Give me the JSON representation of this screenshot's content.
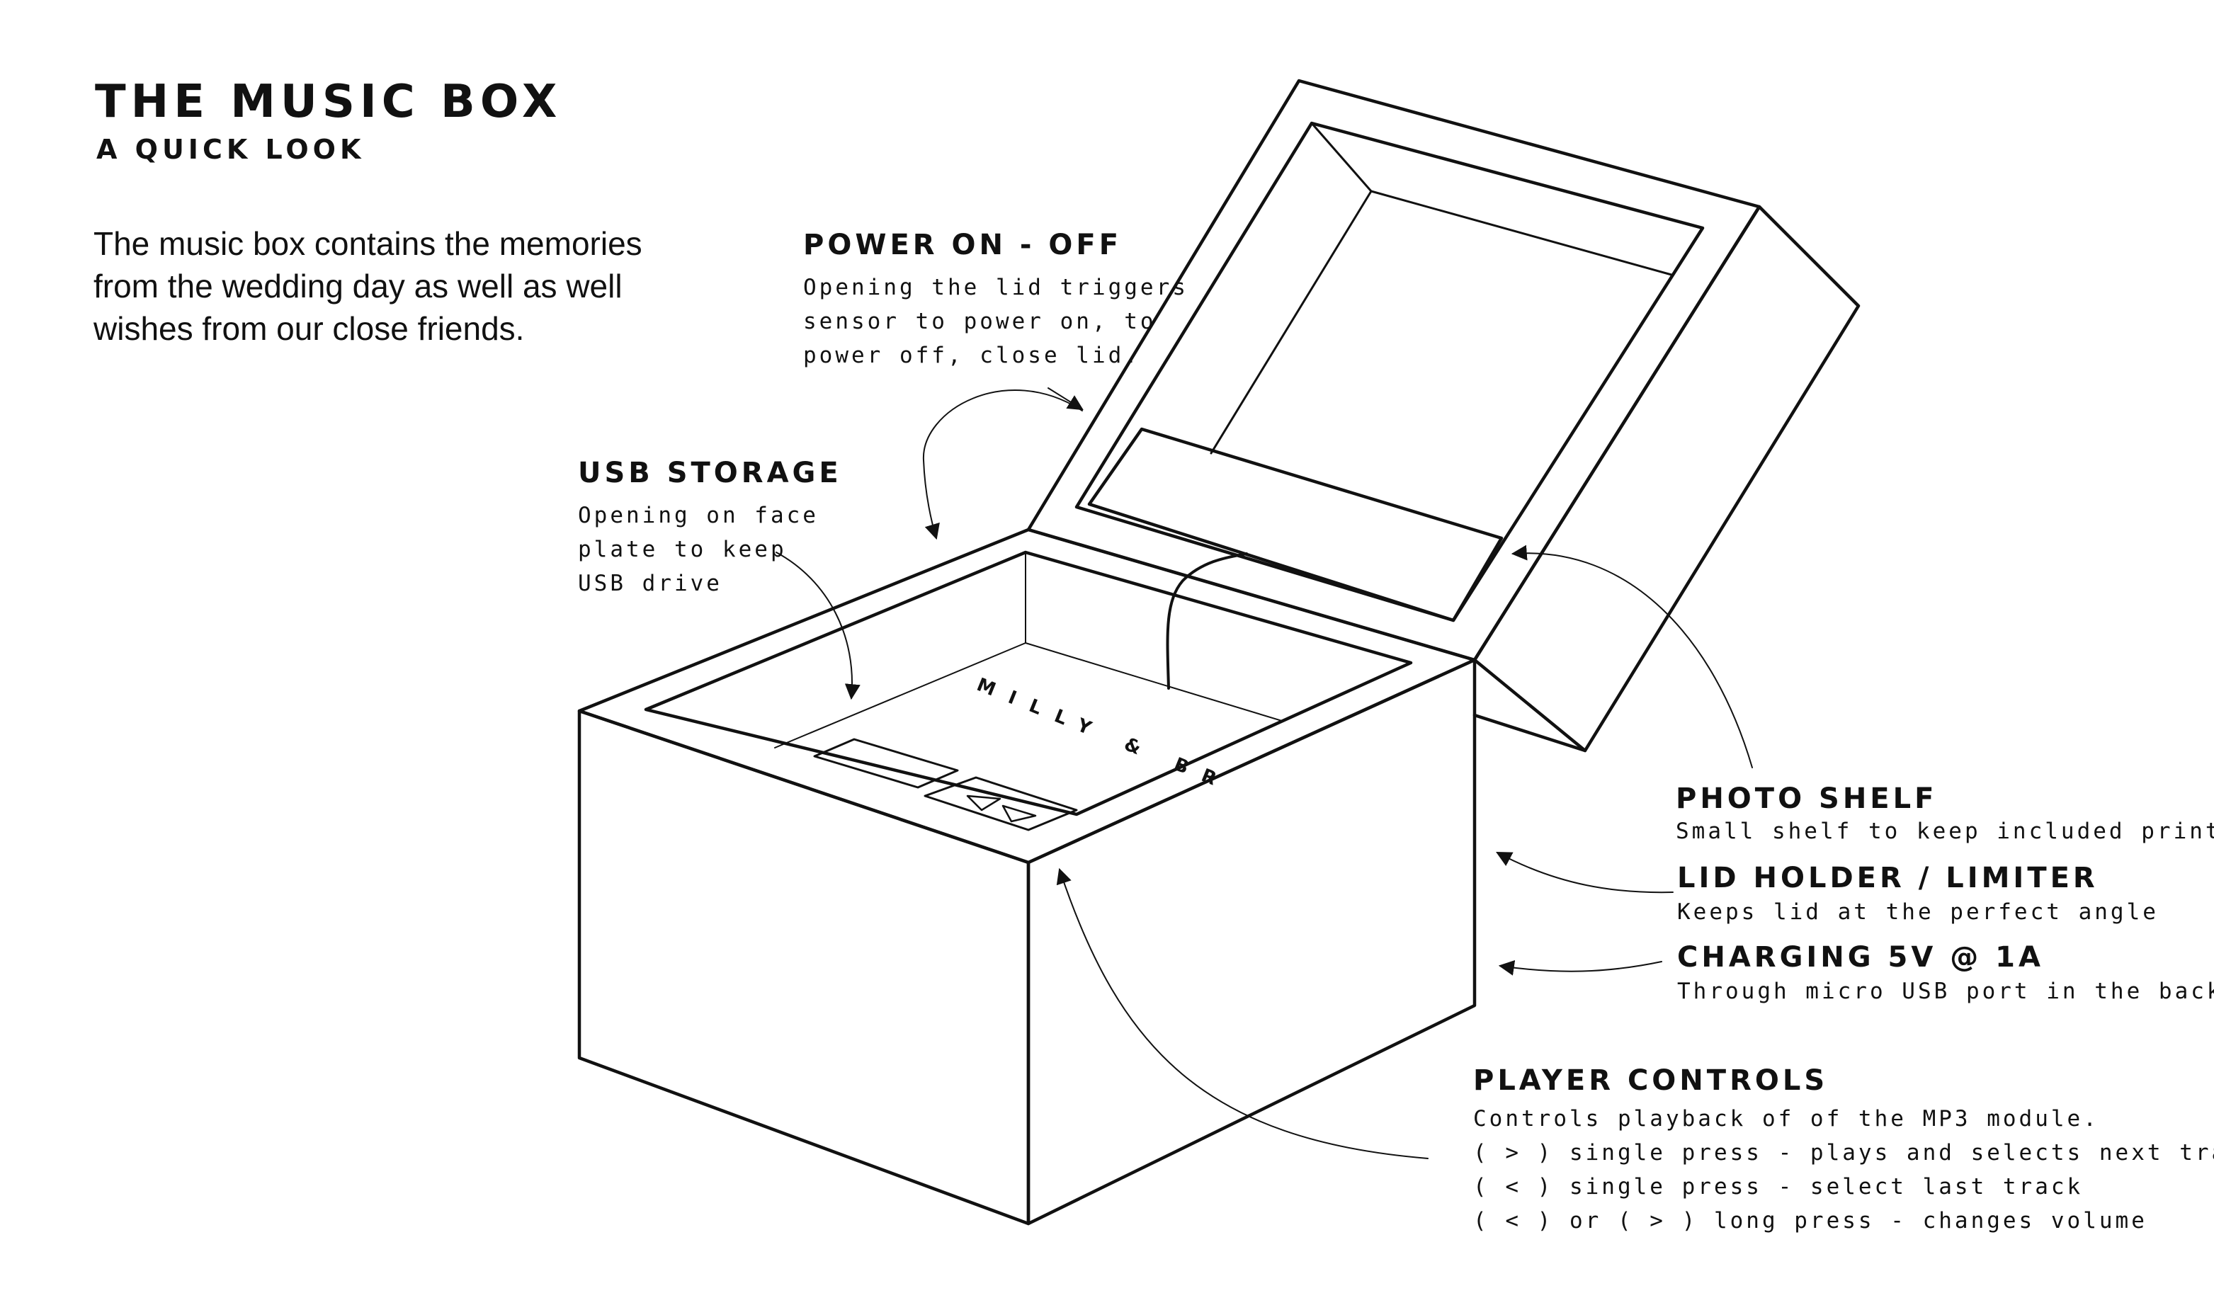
{
  "header": {
    "title": "THE MUSIC BOX",
    "subtitle": "A QUICK LOOK"
  },
  "intro": {
    "lines": [
      "The music box contains the memories",
      "from the wedding day as well as well",
      "wishes from our close friends."
    ]
  },
  "callouts": {
    "power": {
      "heading": "POWER ON - OFF",
      "lines": [
        "Opening the lid triggers",
        "sensor to power on, to",
        "power off, close lid."
      ]
    },
    "usb": {
      "heading": "USB STORAGE",
      "lines": [
        "Opening on face",
        "plate to keep",
        "USB drive"
      ]
    },
    "photo": {
      "heading": "PHOTO SHELF",
      "lines": [
        "Small shelf to keep included prints"
      ]
    },
    "lid": {
      "heading": "LID HOLDER / LIMITER",
      "lines": [
        "Keeps lid at the perfect angle"
      ]
    },
    "charging": {
      "heading": "CHARGING 5V @ 1A",
      "lines": [
        "Through micro USB port in the back"
      ]
    },
    "player": {
      "heading": "PLAYER CONTROLS",
      "lines": [
        "Controls playback of of the MP3 module.",
        "( > ) single press - plays and selects next track",
        "( < ) single press - select last track",
        "( < ) or ( > ) long press - changes volume"
      ]
    }
  },
  "box": {
    "imprint": "MILLY & BR"
  },
  "colors": {
    "ink": "#111111",
    "background": "#ffffff"
  }
}
